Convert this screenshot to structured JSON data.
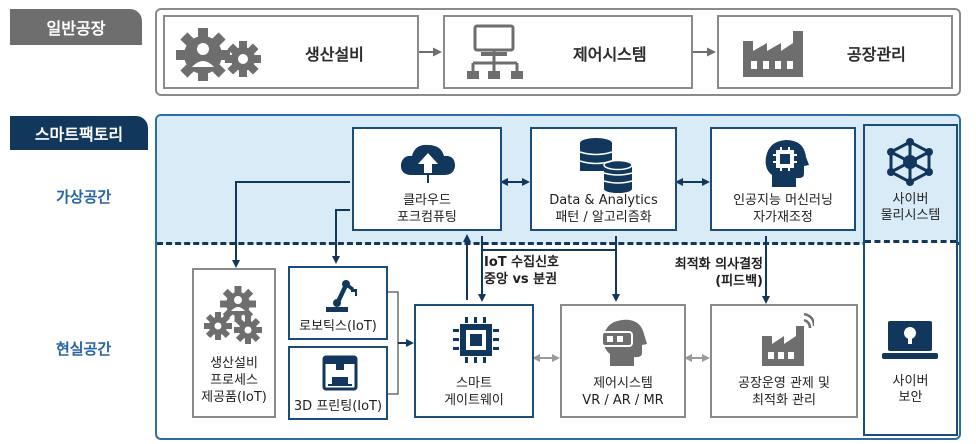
{
  "general_factory": {
    "tab_label": "일반공장",
    "steps": [
      {
        "label": "생산설비",
        "icon": "gears-icon"
      },
      {
        "label": "제어시스템",
        "icon": "computer-network-icon"
      },
      {
        "label": "공장관리",
        "icon": "factory-icon"
      }
    ]
  },
  "smart_factory": {
    "tab_label": "스마트팩토리",
    "virtual_label": "가상공간",
    "real_label": "현실공간",
    "virtual_boxes": [
      {
        "line1": "클라우드",
        "line2": "포크컴퓨팅",
        "icon": "cloud-upload-icon"
      },
      {
        "line1": "Data & Analytics",
        "line2": "패턴 / 알고리즘화",
        "icon": "database-icon"
      },
      {
        "line1": "인공지능 머신러닝",
        "line2": "자가재조정",
        "icon": "ai-head-icon"
      }
    ],
    "cps": {
      "line1": "사이버",
      "line2": "물리시스템",
      "icon": "network-hub-icon"
    },
    "security": {
      "line1": "사이버",
      "line2": "보안",
      "icon": "laptop-lock-icon"
    },
    "production": {
      "line1": "생산설비",
      "line2": "프로세스",
      "line3": "제공품(IoT)",
      "icon": "gears-icon"
    },
    "robotics": {
      "label": "로보틱스(IoT)",
      "icon": "robot-arm-icon"
    },
    "printing": {
      "label": "3D 프린팅(IoT)",
      "icon": "3d-printer-icon"
    },
    "gateway": {
      "line1": "스마트",
      "line2": "게이트웨이",
      "icon": "chip-icon"
    },
    "control": {
      "line1": "제어시스템",
      "line2": "VR / AR / MR",
      "icon": "vr-headset-icon"
    },
    "operation": {
      "line1": "공장운영 관제 및",
      "line2": "최적화 관리",
      "icon": "smart-factory-icon"
    },
    "iot_note": {
      "line1": "IoT 수집신호",
      "line2": "중앙 vs 분권"
    },
    "opt_note": {
      "line1": "최적화 의사결정",
      "line2": "(피드백)"
    }
  },
  "colors": {
    "navy": "#12375c",
    "blue_accent": "#2d6da3",
    "light_blue": "#d9ebf7",
    "grey": "#6e6e6e",
    "grey_border": "#8a8a8a"
  }
}
